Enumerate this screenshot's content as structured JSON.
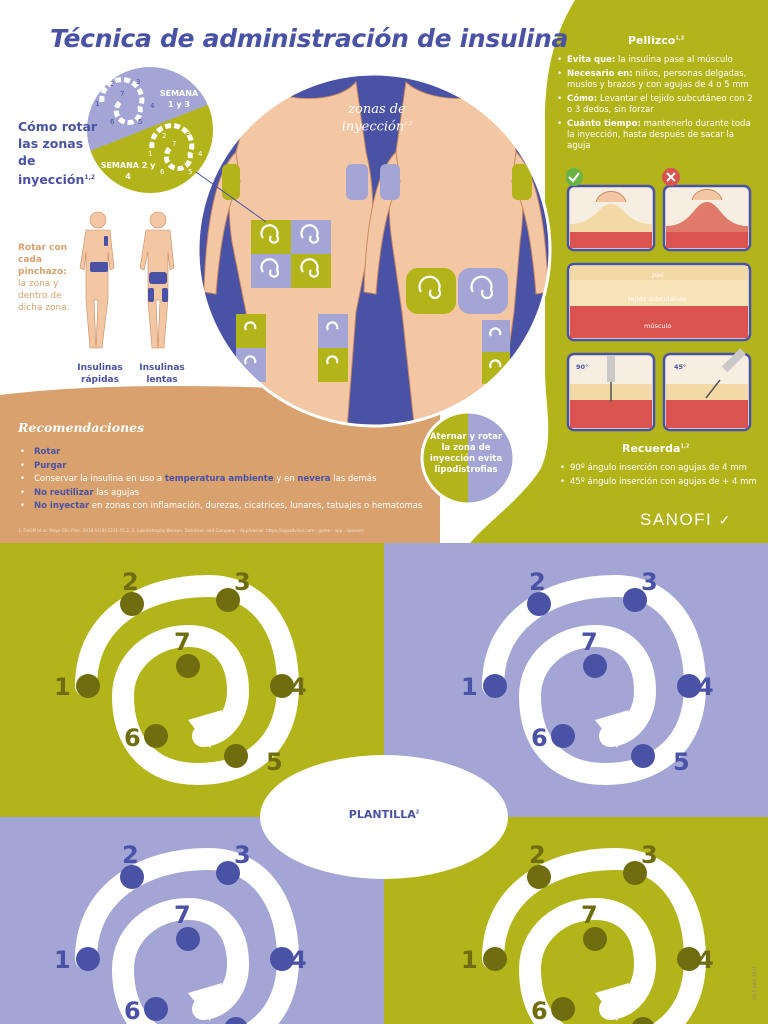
{
  "title": "Técnica de administración de insulina",
  "rotation": {
    "heading": "Cómo rotar las zonas de inyección",
    "heading_sup": "1,2",
    "week_1_3": "SEMANA 1 y 3",
    "week_2_4": "SEMANA 2 y 4",
    "pinch_bold": "Rotar con cada pinchazo:",
    "pinch_text": "la zona y dentro de dicha zona.",
    "insulin_fast": "Insulinas rápidas",
    "insulin_slow": "Insulinas lentas"
  },
  "zones": {
    "label": "zonas de inyección",
    "sup": "1,2"
  },
  "alternate": "Aternar y rotar la zona de inyección evita lipodistrofias",
  "pinch": {
    "title": "Pellizco",
    "sup": "1,2",
    "items": [
      {
        "bold": "Evita que:",
        "text": " la insulina pase al músculo"
      },
      {
        "bold": "Necesario en:",
        "text": " niños, personas delgadas, muslos y brazos y con agujas de 4 o 5 mm"
      },
      {
        "bold": "Cómo:",
        "text": " Levantar el tejido subcutáneo con 2 o 3 dedos, sin forzar"
      },
      {
        "bold": "Cuánto tiempo:",
        "text": " mantenerlo durante toda la inyección, hasta después de sacar la aguja"
      }
    ],
    "layers": {
      "skin": "piel",
      "subcutaneous": "tejido subcutáneo",
      "muscle": "músculo"
    },
    "angle_90": "90°",
    "angle_45": "45°"
  },
  "remember": {
    "title": "Recuerda",
    "sup": "1,2",
    "items": [
      "90º ángulo inserción con agujas de 4 mm",
      "45º ángulo inserción con agujas de + 4 mm"
    ]
  },
  "recommendations": {
    "title": "Recomendaciones",
    "rotar": "Rotar",
    "purgar": "Purgar",
    "conserve_a": "Conservar la insulina en uso a ",
    "conserve_kw1": "temperatura ambiente",
    "conserve_b": " y en ",
    "conserve_kw2": "nevera",
    "conserve_c": " las demás",
    "reuse_kw": "No reutilizar",
    "reuse_text": " las agujas",
    "inject_kw": "No inyectar",
    "inject_text": " en zonas con inflamación, durezas, cicatrices, lunares, tatuajes o hematomas"
  },
  "references": "1. FinGM et al. Mayo Clin Proc. 2016;91(9):1231-55.2.  2. Lipodistrophy Beckon. Dickinson and Company – AppAdvisor. https://appadvisor.com - game - app - lipoisms",
  "brand": "SANOFI",
  "template": {
    "label": "PLANTILLA",
    "sup": "2",
    "numbers": [
      "1",
      "2",
      "3",
      "4",
      "5",
      "6",
      "7"
    ]
  },
  "version": "VV-1 Julio 2021",
  "colors": {
    "blue": "#4a52a6",
    "lavender": "#a3a6d4",
    "green": "#b3b41a",
    "tan": "#d8a16d",
    "dark_olive": "#6f6d0f",
    "dark_blue": "#4a52a6"
  }
}
